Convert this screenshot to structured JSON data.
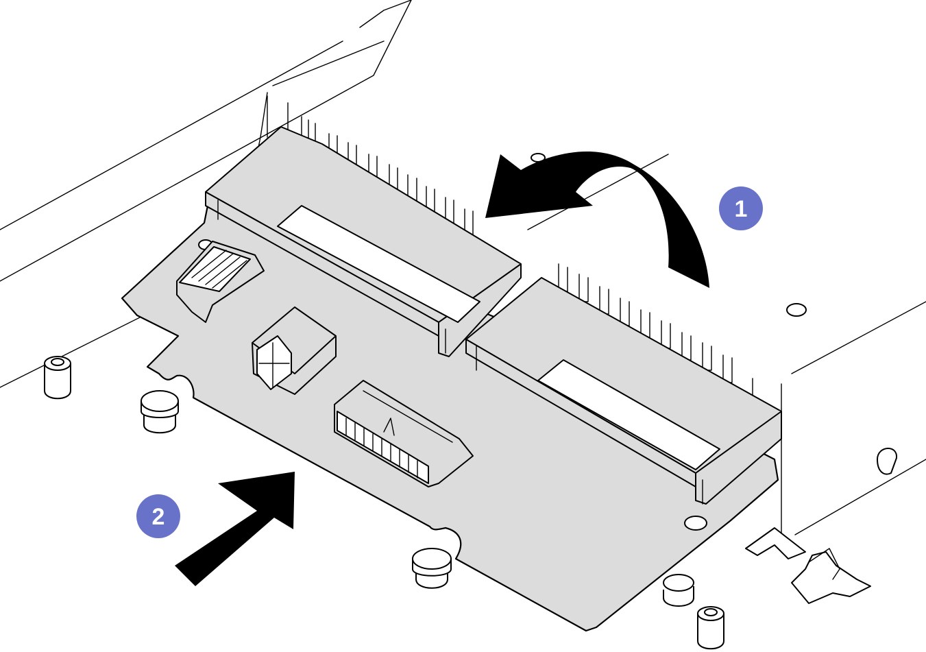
{
  "colors": {
    "callout": "#6772c8",
    "board": "#dcdcdc",
    "outline": "#000000",
    "background": "#ffffff"
  },
  "callouts": [
    {
      "label": "1",
      "meaning": "rotate"
    },
    {
      "label": "2",
      "meaning": "push"
    }
  ],
  "icons": {
    "curved_arrow": "curved-arrow-icon",
    "straight_arrow": "straight-arrow-icon"
  }
}
